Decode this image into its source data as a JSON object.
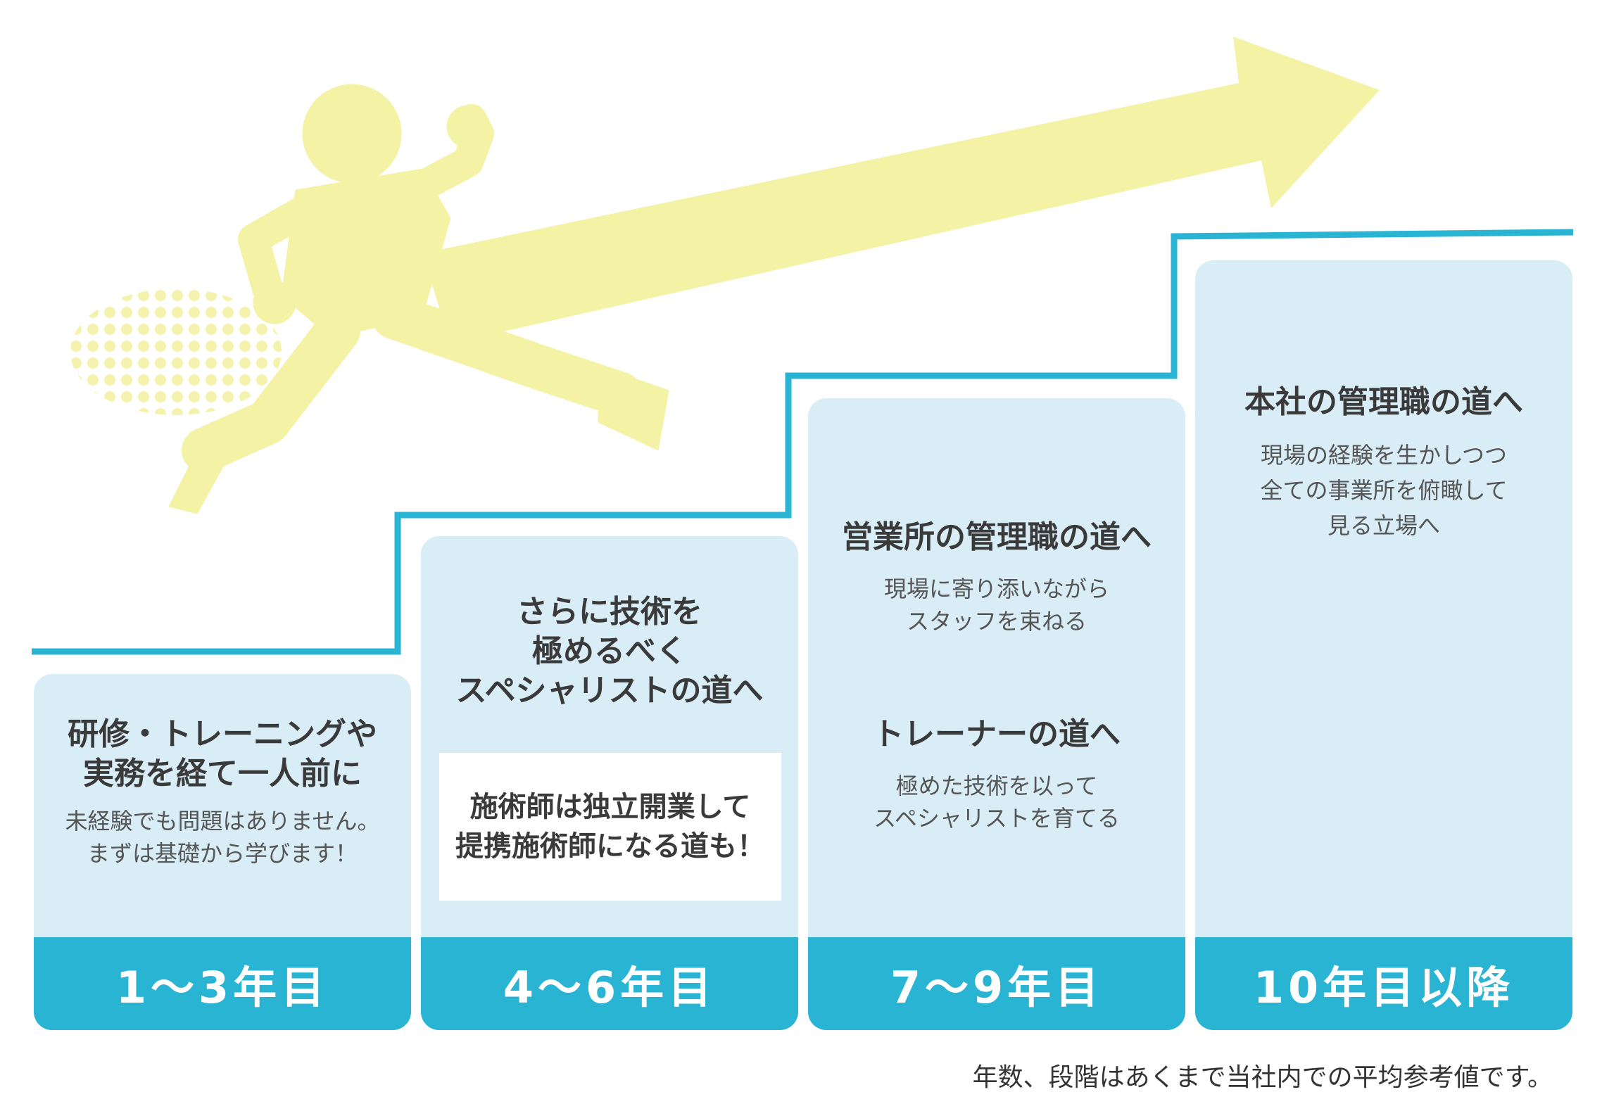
{
  "colors": {
    "accent": "#2ab4d4",
    "card_bg": "#d8edf6",
    "arrow_yellow": "#f3f2a5",
    "white": "#ffffff"
  },
  "icons": [
    "running-person-icon",
    "upward-arrow-icon"
  ],
  "stages": [
    {
      "period": "1～3年目",
      "heading": [
        "研修・トレーニングや",
        "実務を経て一人前に"
      ],
      "body": [
        "未経験でも問題はありません。",
        "まずは基礎から学びます！"
      ]
    },
    {
      "period": "4～6年目",
      "heading": [
        "さらに技術を",
        "極めるべく",
        "スペシャリストの道へ"
      ],
      "box": [
        "施術師は独立開業して",
        "提携施術師になる道も！"
      ]
    },
    {
      "period": "7～9年目",
      "heading": [
        "営業所の管理職の道へ"
      ],
      "body": [
        "現場に寄り添いながら",
        "スタッフを束ねる"
      ],
      "heading2": [
        "トレーナーの道へ"
      ],
      "body2": [
        "極めた技術を以って",
        "スペシャリストを育てる"
      ]
    },
    {
      "period": "10年目以降",
      "heading": [
        "本社の管理職の道へ"
      ],
      "body": [
        "現場の経験を生かしつつ",
        "全ての事業所を俯瞰して",
        "見る立場へ"
      ]
    }
  ],
  "footnote": "年数、段階はあくまで当社内での平均参考値です。"
}
